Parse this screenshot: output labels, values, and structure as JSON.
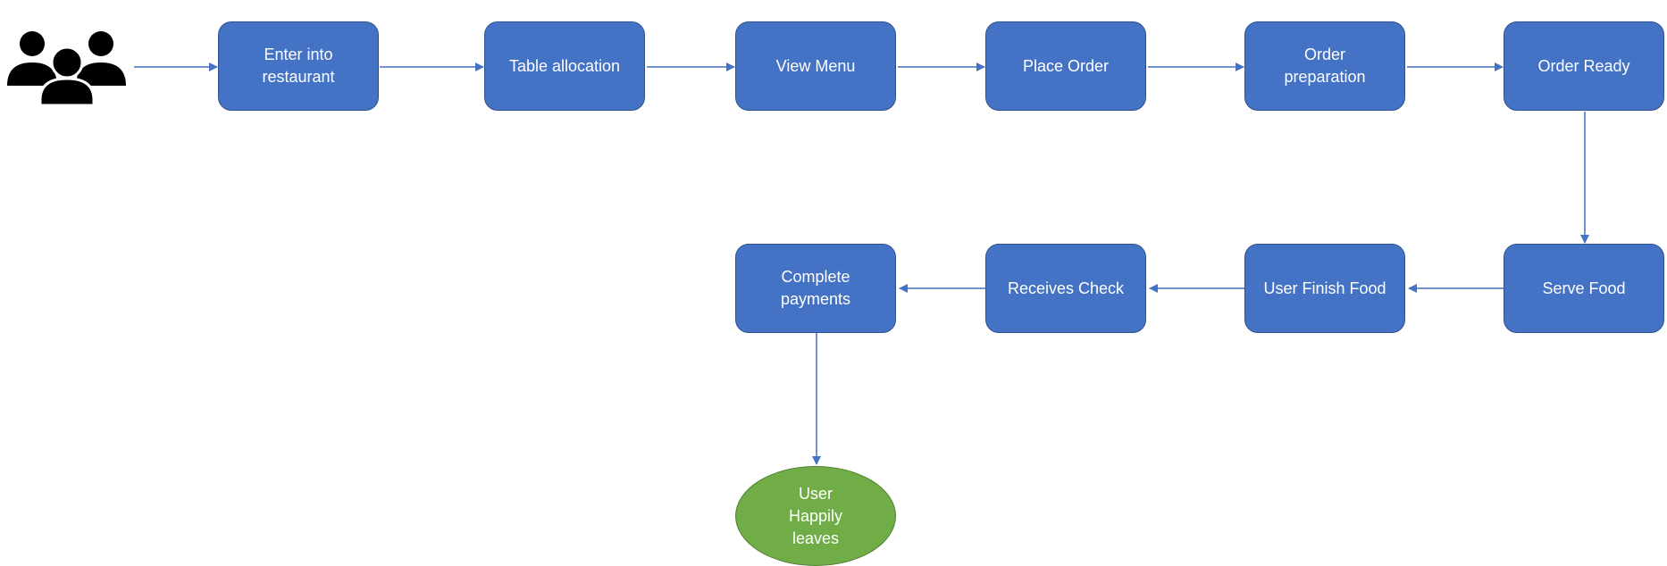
{
  "colors": {
    "box_fill": "#4472c4",
    "box_border": "#2f528f",
    "end_fill": "#70ad47",
    "end_border": "#507e32",
    "connector": "#4472c4",
    "icon": "#000000",
    "text": "#ffffff"
  },
  "icon": "users-group-icon",
  "steps": {
    "enter": "Enter into restaurant",
    "table": "Table allocation",
    "menu": "View Menu",
    "place_order": "Place Order",
    "preparation": "Order preparation",
    "ready": "Order Ready",
    "serve": "Serve Food",
    "finish": "User Finish Food",
    "check": "Receives Check",
    "payment": "Complete payments"
  },
  "end": {
    "line1": "User",
    "line2": "Happily",
    "line3": "leaves"
  }
}
